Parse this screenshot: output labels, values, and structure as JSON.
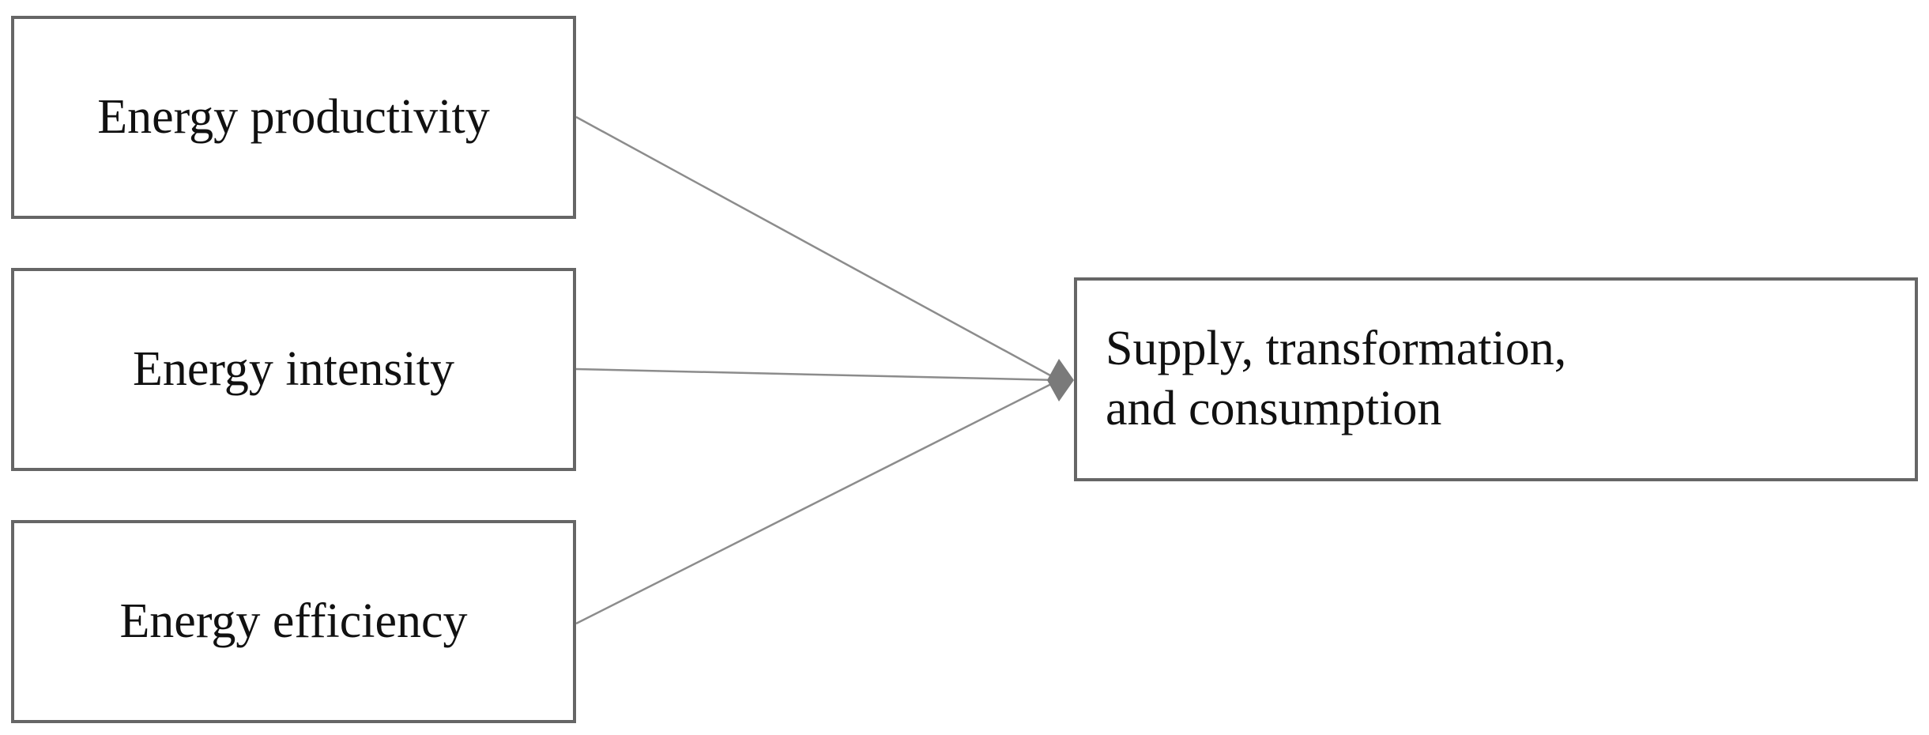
{
  "nodes": {
    "energy_productivity": "Energy productivity",
    "energy_intensity": "Energy intensity",
    "energy_efficiency": "Energy efficiency",
    "target": {
      "line1": "Supply, transformation,",
      "line2": "and consumption"
    }
  },
  "colors": {
    "border": "#666666",
    "connector": "#8c8c8c",
    "arrowhead": "#7a7a7a",
    "text": "#111111"
  }
}
